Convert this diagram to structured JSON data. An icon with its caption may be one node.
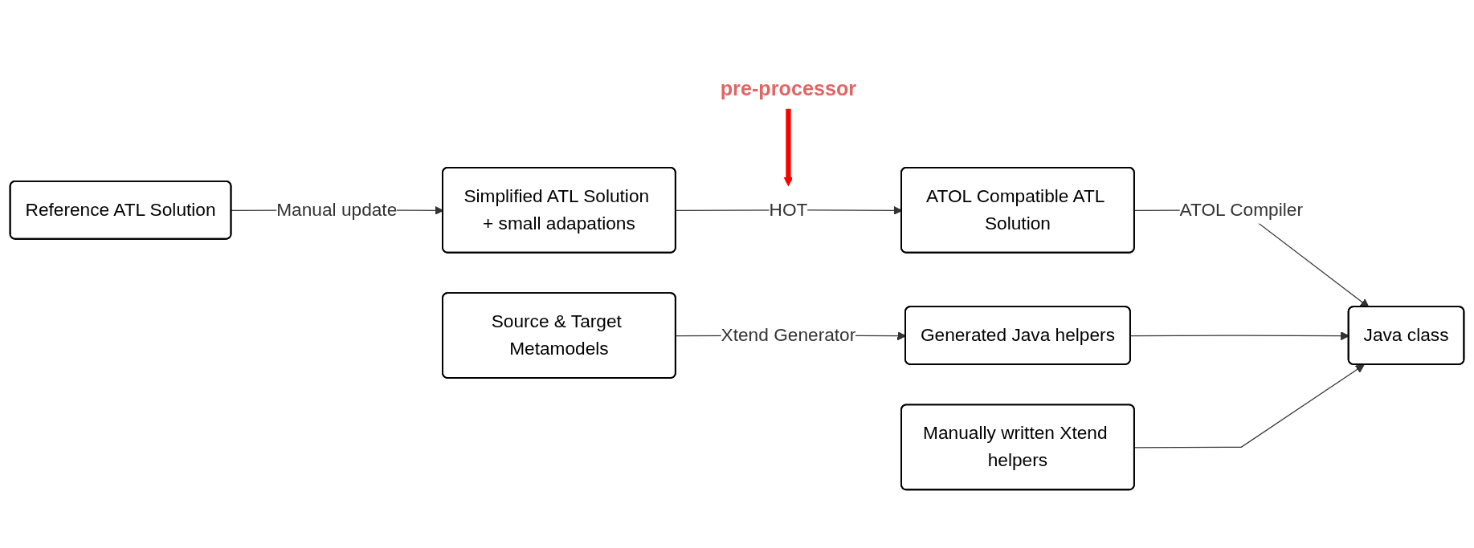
{
  "diagram": {
    "nodes": [
      {
        "text": [
          "Reference ATL Solution"
        ]
      },
      {
        "text": [
          "Simplified ATL Solution + small adapations"
        ]
      },
      {
        "text": [
          "ATOL Compatible ATL Solution"
        ]
      },
      {
        "text": [
          "Source & Target Metamodels"
        ]
      },
      {
        "text": [
          "Generated Java helpers"
        ]
      },
      {
        "text": [
          "Java class"
        ]
      },
      {
        "text": [
          "Manually written Xtend helpers"
        ]
      },
      {
        "text": [
          "pre-processor"
        ]
      }
    ],
    "edges": [
      {
        "from": 0,
        "to": 1,
        "arrow": "to",
        "label": "Manual update"
      },
      {
        "from": 1,
        "to": 2,
        "arrow": "to",
        "label": "HOT"
      },
      {
        "from": 3,
        "to": 4,
        "arrow": "to",
        "label": "Xtend Generator"
      },
      {
        "from": 2,
        "to": 5,
        "arrow": "to",
        "label": "ATOL Compiler"
      },
      {
        "from": 4,
        "to": 5,
        "arrow": "to"
      },
      {
        "from": 6,
        "to": 5,
        "arrow": "to"
      },
      {
        "from": 7,
        "to": null,
        "arrow": "to",
        "style": "thick",
        "color": "#ff0000"
      }
    ]
  }
}
